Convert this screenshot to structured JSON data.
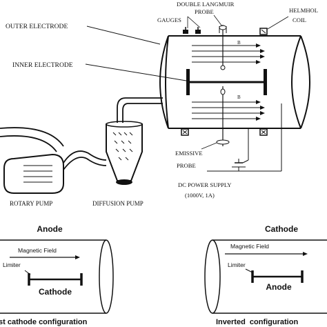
{
  "labels": {
    "double_langmuir_1": "DOUBLE LANGMUIR",
    "double_langmuir_2": "PROBE",
    "gauges": "GAUGES",
    "helmholtz_1": "HELMHOL",
    "helmholtz_2": "COIL",
    "outer_electrode": "OUTER ELECTRODE",
    "inner_electrode": "INNER ELECTRODE",
    "field_b_top": "B",
    "field_b_bottom": "B",
    "emissive_1": "EMISSIVE",
    "emissive_2": "PROBE",
    "dc_supply_1": "DC POWER SUPPLY",
    "dc_supply_2": "(1000V, 1A)",
    "rotary_pump": "ROTARY PUMP",
    "diffusion_pump": "DIFFUSION PUMP"
  },
  "configs": {
    "left": {
      "title": "Anode",
      "magnetic_field": "Magnetic Field",
      "limiter": "Limiter",
      "electrode": "Cathode",
      "caption": "st cathode configuration"
    },
    "right": {
      "title": "Cathode",
      "magnetic_field": "Magnetic Field",
      "limiter": "Limiter",
      "electrode": "Anode",
      "caption": "Inverted  configuration"
    }
  }
}
